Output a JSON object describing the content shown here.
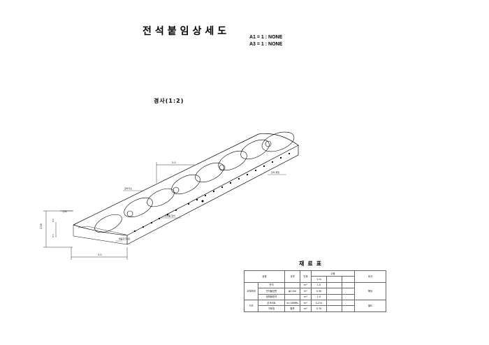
{
  "title": "전석붙임상세도",
  "scales": [
    "A1 = 1 : NONE",
    "A3 = 1 : NONE"
  ],
  "section_label": "경사(1:2)",
  "dims": {
    "top": "2.0",
    "height": "2.00",
    "base": "2.0",
    "side_small": "0.5",
    "side_small2": "0.5"
  },
  "callouts": [
    "전석 붙임",
    "뒷채움 잡석",
    "잡석기초",
    "전석",
    "채움콘크리트"
  ],
  "table": {
    "title": "재료표",
    "headers": [
      "공종",
      "규격",
      "단위",
      "수량",
      "비고"
    ],
    "sub_header": "1 m",
    "rows": [
      {
        "cat": "교체부위",
        "name": "전석",
        "spec": "",
        "unit": "m²",
        "qty": "1.0",
        "note": ""
      },
      {
        "cat": "",
        "name": "전석붙임면",
        "spec": "φ0.5m",
        "unit": "m²",
        "qty": "0.30",
        "note": "해당"
      },
      {
        "cat": "",
        "name": "뒷채움잡석",
        "spec": "",
        "unit": "m³",
        "qty": "1.0",
        "note": ""
      },
      {
        "cat": "기초",
        "name": "콘크리트",
        "spec": "σ=18MPa",
        "unit": "m³",
        "qty": "0.212",
        "note": ""
      },
      {
        "cat": "",
        "name": "거푸집",
        "spec": "합판",
        "unit": "m²",
        "qty": "0.70",
        "note": "별도"
      }
    ]
  },
  "colors": {
    "line": "#000000",
    "table_border": "#666666"
  }
}
